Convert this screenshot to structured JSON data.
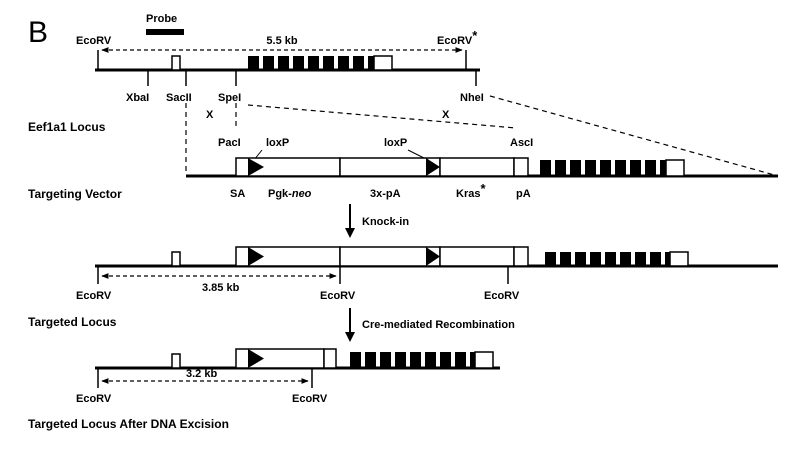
{
  "panel_letter": "B",
  "probe_label": "Probe",
  "wildtype": {
    "left_site": "EcoRV",
    "right_site": "EcoRV",
    "right_site_mark": "*",
    "size_label": "5.5 kb",
    "sites": [
      "XbaI",
      "SacII",
      "SpeI",
      "NheI"
    ],
    "row_label": "Eef1a1  Locus"
  },
  "crossover_mark": "X",
  "vector": {
    "sites": [
      "PacI",
      "AscI"
    ],
    "loxp_labels": [
      "loxP",
      "loxP"
    ],
    "segment_labels": [
      "SA",
      "Pgk-",
      "neo",
      "3x-pA",
      "Kras",
      "*",
      "pA"
    ],
    "row_label": "Targeting  Vector"
  },
  "step1_label": "Knock-in",
  "targeted": {
    "sites": [
      "EcoRV",
      "EcoRV",
      "EcoRV"
    ],
    "size_label": "3.85 kb",
    "row_label": "Targeted  Locus"
  },
  "step2_label": "Cre-mediated Recombination",
  "excised": {
    "sites": [
      "EcoRV",
      "EcoRV"
    ],
    "size_label": "3.2 kb",
    "row_label": "Targeted  Locus After DNA Excision"
  }
}
